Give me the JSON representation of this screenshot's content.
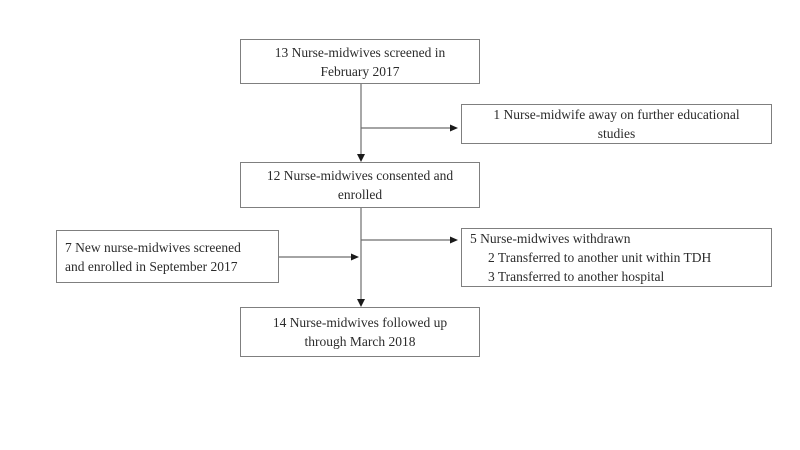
{
  "colors": {
    "background": "#ffffff",
    "box_border": "#7f7f7f",
    "connector_line": "#6e6e6e",
    "arrowhead": "#1a1a1a",
    "text": "#2b2b2b"
  },
  "boxes": {
    "screened": {
      "lines": [
        "13 Nurse-midwives screened in",
        "February 2017"
      ]
    },
    "away": {
      "lines": [
        "1 Nurse-midwife away on further educational",
        "studies"
      ]
    },
    "consented": {
      "lines": [
        "12 Nurse-midwives consented and",
        "enrolled"
      ]
    },
    "new_enrolled": {
      "lines": [
        "7 New nurse-midwives screened",
        "and enrolled in September 2017"
      ]
    },
    "withdrawn": {
      "lines": [
        "5 Nurse-midwives withdrawn",
        "2 Transferred to another unit within TDH",
        "3 Transferred to another hospital"
      ]
    },
    "followup": {
      "lines": [
        "14 Nurse-midwives followed up",
        "through March 2018"
      ]
    }
  }
}
